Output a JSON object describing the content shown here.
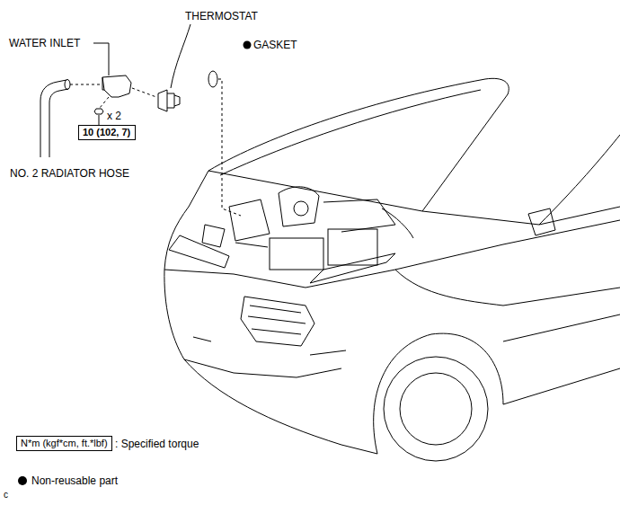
{
  "diagram": {
    "nodes": [
      {
        "text": [
          "10 (102, 7)"
        ]
      },
      {
        "text": [
          "N*m (kgf*cm, ft.*lbf)"
        ]
      }
    ],
    "edges": [],
    "labels": [
      "WATER INLET",
      "THERMOSTAT",
      "GASKET",
      "NO. 2 RADIATOR HOSE",
      "x 2",
      "c"
    ],
    "legend": [
      {
        "text": ": Specified torque"
      },
      {
        "text": "Non-reusable part"
      }
    ]
  }
}
